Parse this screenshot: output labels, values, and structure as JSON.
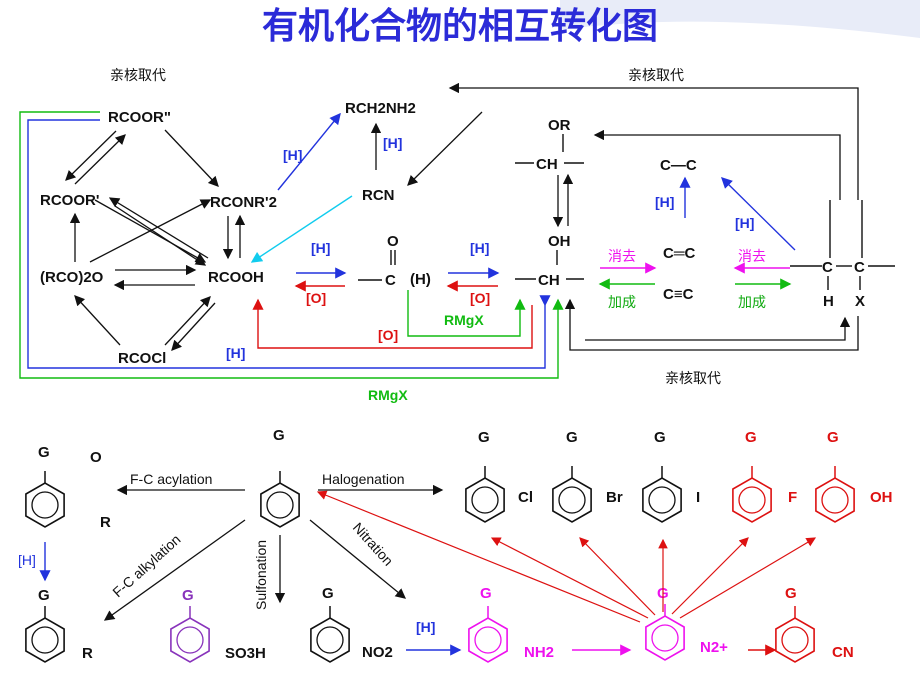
{
  "title": "有机化合物的相互转化图",
  "labels": {
    "nuc1": "亲核取代",
    "nuc2": "亲核取代",
    "nuc3": "亲核取代",
    "rcoorpp": "RCOOR\"",
    "rch2nh2": "RCH2NH2",
    "rcoorp": "RCOOR'",
    "rconr2": "RCONR'2",
    "rcn": "RCN",
    "anhydride": "(RCO)2O",
    "rcooh": "RCOOH",
    "rcocl": "RCOCl",
    "or": "OR",
    "oh": "OH",
    "o": "O",
    "h_par": "(H)",
    "ch": "CH",
    "alkene": "C—C",
    "alkene2": "C═C",
    "alkyne": "C≡C",
    "h_atom": "H",
    "x_atom": "X",
    "elim1": "消去",
    "elim2": "消去",
    "add1": "加成",
    "add2": "加成",
    "h1": "[H]",
    "h2": "[H]",
    "h3": "[H]",
    "h4": "[H]",
    "h5": "[H]",
    "h6": "[H]",
    "h7": "[H]",
    "o1": "[O]",
    "o2": "[O]",
    "o3": "[O]",
    "rmgx1": "RMgX",
    "rmgx2": "RMgX",
    "fc_acyl": "F-C acylation",
    "halogenation": "Halogenation",
    "fc_alkyl": "F-C alkylation",
    "sulfonation": "Sulfonation",
    "nitration": "Nitration",
    "h_arom1": "[H]",
    "h_arom2": "[H]",
    "g": "G",
    "cl": "Cl",
    "br": "Br",
    "i": "I",
    "f": "F",
    "oh_sub": "OH",
    "r": "R",
    "so3h": "SO3H",
    "no2": "NO2",
    "nh2": "NH2",
    "n2": "N2+",
    "cn": "CN",
    "o_keto": "O"
  },
  "colors": {
    "title": "#2b2bd8",
    "blue": "#2233dd",
    "red": "#dd1111",
    "green": "#11bb11",
    "magenta": "#ee11ee",
    "cyan": "#11ccee",
    "purple": "#8833bb"
  }
}
